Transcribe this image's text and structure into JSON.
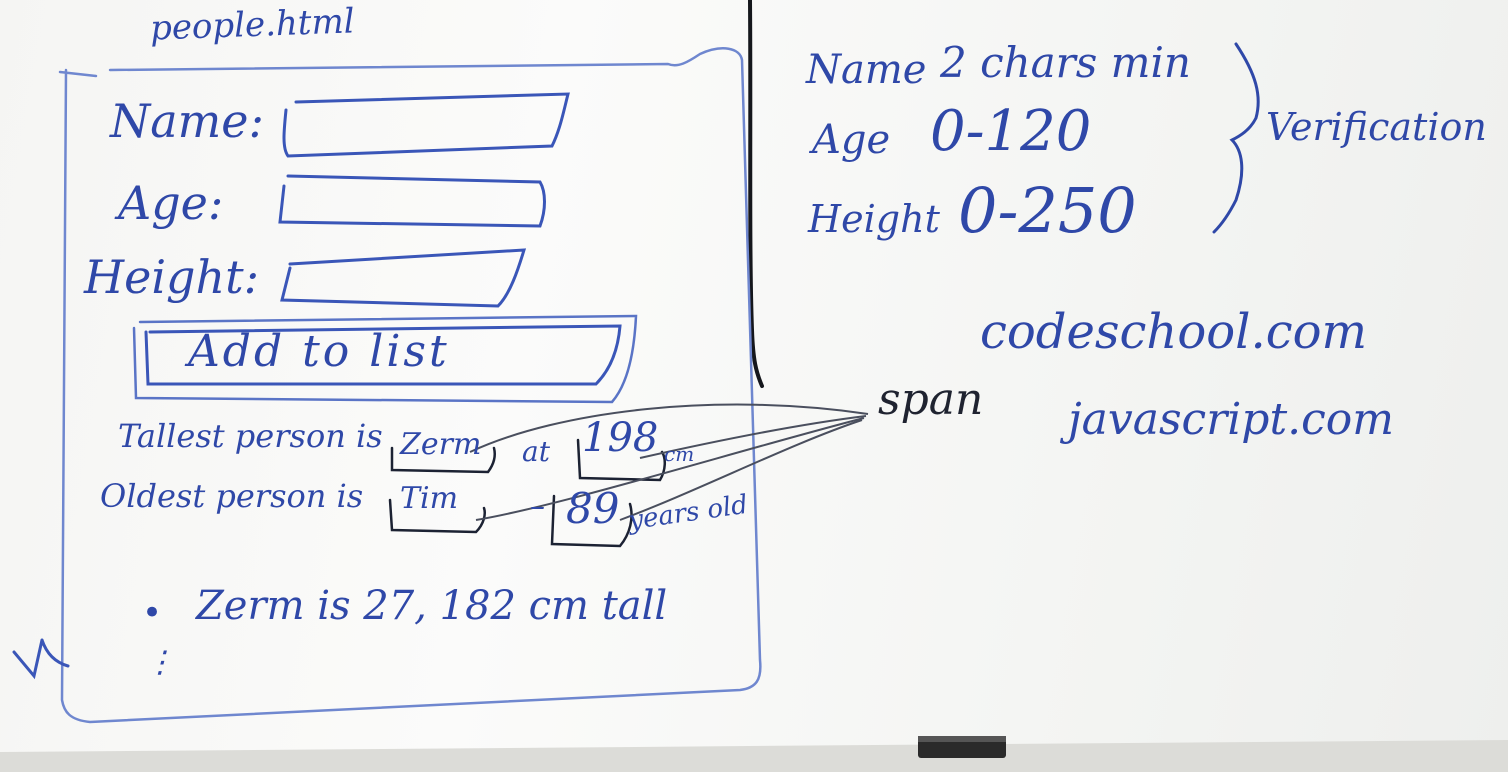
{
  "whiteboard": {
    "mockup": {
      "title": "people.html",
      "fields": [
        {
          "label": "Name:"
        },
        {
          "label": "Age:"
        },
        {
          "label": "Height:"
        }
      ],
      "add_button_label": "Add to list",
      "tallest": {
        "text": "Tallest person is",
        "name": "Zerm",
        "at": "at",
        "value": "198",
        "unit": "cm"
      },
      "oldest": {
        "text": "Oldest person is",
        "name": "Tim",
        "dash": "–",
        "value": "89",
        "unit": "years old"
      },
      "list_bullet": "•",
      "list_items": [
        "Zerm is 27, 182 cm tall"
      ],
      "list_more": "⋮"
    },
    "verification": {
      "rules": [
        {
          "field": "Name",
          "rule": "2 chars min"
        },
        {
          "field": "Age",
          "rule": "0-120"
        },
        {
          "field": "Height",
          "rule": "0-250"
        }
      ],
      "label": "Verification"
    },
    "resources": [
      "codeschool.com",
      "javascript.com"
    ],
    "annotation": "span"
  }
}
